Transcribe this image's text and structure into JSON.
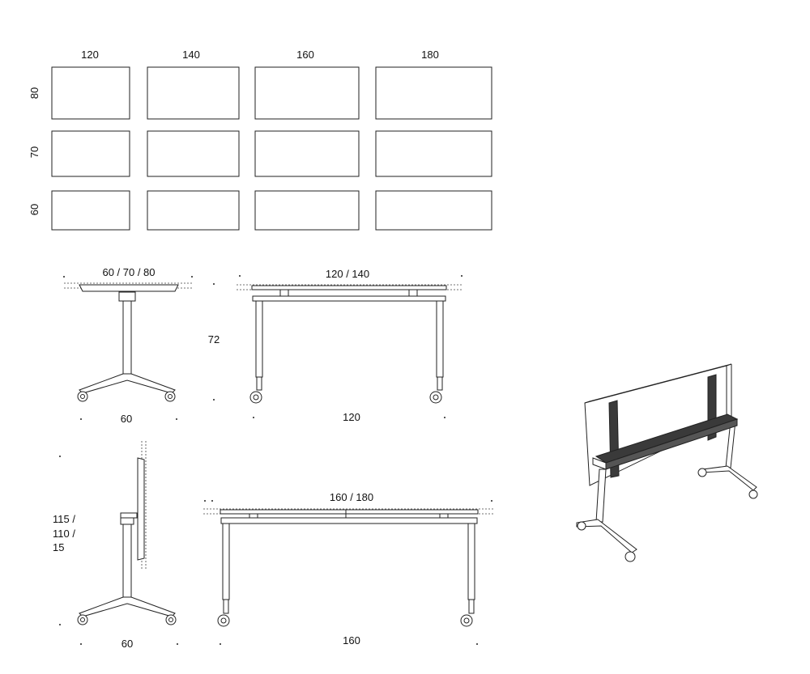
{
  "grid": {
    "width_labels": [
      "120",
      "140",
      "160",
      "180"
    ],
    "depth_labels": [
      "80",
      "70",
      "60"
    ]
  },
  "views": {
    "side_depth_label": "60 / 70 / 80",
    "side_base_label": "60",
    "front_small_top_label": "120 / 140",
    "front_small_base_label": "120",
    "height_label": "72",
    "folded_height_lines": [
      "115 /",
      "110 /",
      "15"
    ],
    "folded_base_label": "60",
    "front_large_top_label": "160 / 180",
    "front_large_base_label": "160"
  },
  "colors": {
    "line": "#222222",
    "bracket_fill": "#3a3a3a"
  }
}
